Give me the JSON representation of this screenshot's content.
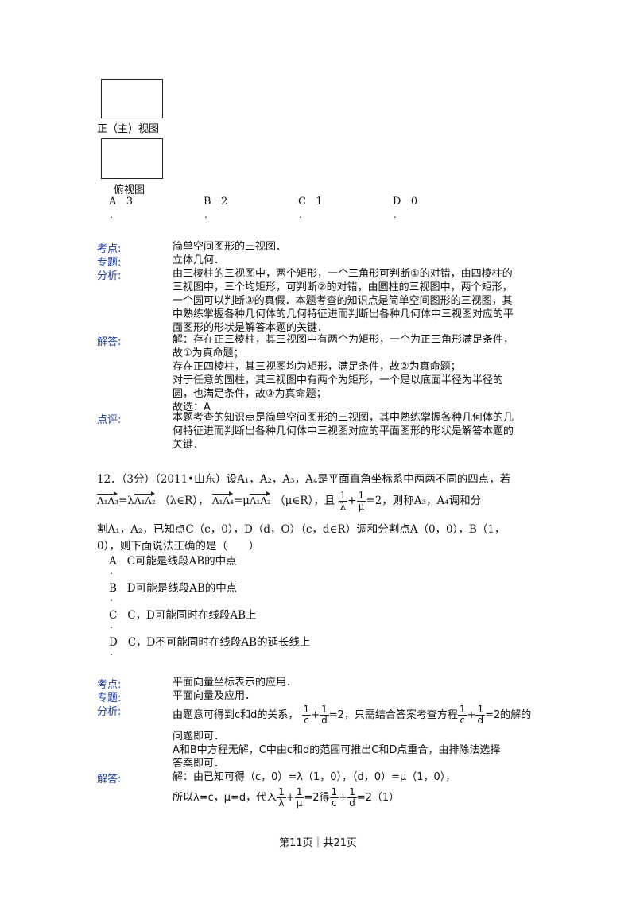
{
  "diagram": {
    "front_caption": "正（主）视图",
    "top_caption": "俯视图"
  },
  "q11_options": [
    {
      "letter": "A",
      "value": "3"
    },
    {
      "letter": "B",
      "value": "2"
    },
    {
      "letter": "C",
      "value": "1"
    },
    {
      "letter": "D",
      "value": "0"
    }
  ],
  "q11_analysis": {
    "kaodian_label": "考点:",
    "kaodian": "简单空间图形的三视图．",
    "zhuanti_label": "专题:",
    "zhuanti": "立体几何．",
    "fenxi_label": "分析:",
    "fenxi_lines": [
      "由三棱柱的三视图中，两个矩形，一个三角形可判断①的对错，由四棱柱的",
      "三视图中，三个均矩形，可判断②的对错，由圆柱的三视图中，两个矩形，",
      "一个圆可以判断③的真假．本题考查的知识点是简单空间图形的三视图，其",
      "中熟练掌握各种几何体的几何特征进而判断出各种几何体中三视图对应的平",
      "面图形的形状是解答本题的关键．"
    ],
    "jieda_label": "解答:",
    "jieda_lines": [
      "解：存在正三棱柱，其三视图中有两个为矩形，一个为正三角形满足条件，",
      "故①为真命题；",
      "存在正四棱柱，其三视图均为矩形，满足条件，故②为真命题；",
      "对于任意的圆柱，其三视图中有两个为矩形，一个是以底面半径为半径的",
      "圆，也满足条件，故③为真命题；",
      "故选：A"
    ],
    "dianping_label": "点评:",
    "dianping_lines": [
      "本题考查的知识点是简单空间图形的三视图，其中熟练掌握各种几何体的几",
      "何特征进而判断出各种几何体中三视图对应的平面图形的形状是解答本题的",
      "关键．"
    ]
  },
  "q12": {
    "line1": "12．（3分）（2011•山东）设A₁，A₂，A₃，A₄是平面直角坐标系中两两不同的四点，若",
    "vec1": "A₁A₃",
    "eq1": "=λ",
    "vec2": "A₁A₂",
    "cond1": "（λ∈R），",
    "vec3": "A₁A₄",
    "eq2": "=μ",
    "vec4": "A₁A₂",
    "cond2": "（μ∈R），且",
    "frac1_num": "1",
    "frac1_den": "λ",
    "plus": "+",
    "frac2_num": "1",
    "frac2_den": "μ",
    "tail2": "=2，则称A₃，A₄调和分",
    "line3": "割A₁，A₂，已知点C（c，0），D（d，O）（c，d∈R）调和分割点A（0，0），B（1，",
    "line4": "0），则下面说法正确的是（　　）",
    "options": [
      {
        "letter": "A",
        "text": "C可能是线段AB的中点"
      },
      {
        "letter": "B",
        "text": "D可能是线段AB的中点"
      },
      {
        "letter": "C",
        "text": "C，D可能同时在线段AB上"
      },
      {
        "letter": "D",
        "text": "C，D不可能同时在线段AB的延长线上"
      }
    ]
  },
  "q12_analysis": {
    "kaodian_label": "考点:",
    "kaodian": "平面向量坐标表示的应用．",
    "zhuanti_label": "专题:",
    "zhuanti": "平面向量及应用．",
    "fenxi_label": "分析:",
    "fenxi_a": "由题意可得到c和d的关系，",
    "fenxi_b": "=2，只需结合答案考查方程",
    "fenxi_c": "=2的解的",
    "fenxi_line2": "问题即可．",
    "fenxi_line3": "A和B中方程无解，C中由c和d的范围可推出C和D点重合，由排除法选择",
    "fenxi_line4": "答案即可．",
    "jieda_label": "解答:",
    "jieda_line1": "解：由已知可得（c，0）=λ（1，0），（d，0）=μ（1，0），",
    "jieda_a": "所以λ=c，μ=d，代入",
    "jieda_b": "=2得",
    "jieda_c": "=2（1）",
    "frac_one": "1",
    "frac_c": "c",
    "frac_d": "d",
    "frac_lambda": "λ",
    "frac_mu": "μ"
  },
  "footer": "第11页｜共21页"
}
